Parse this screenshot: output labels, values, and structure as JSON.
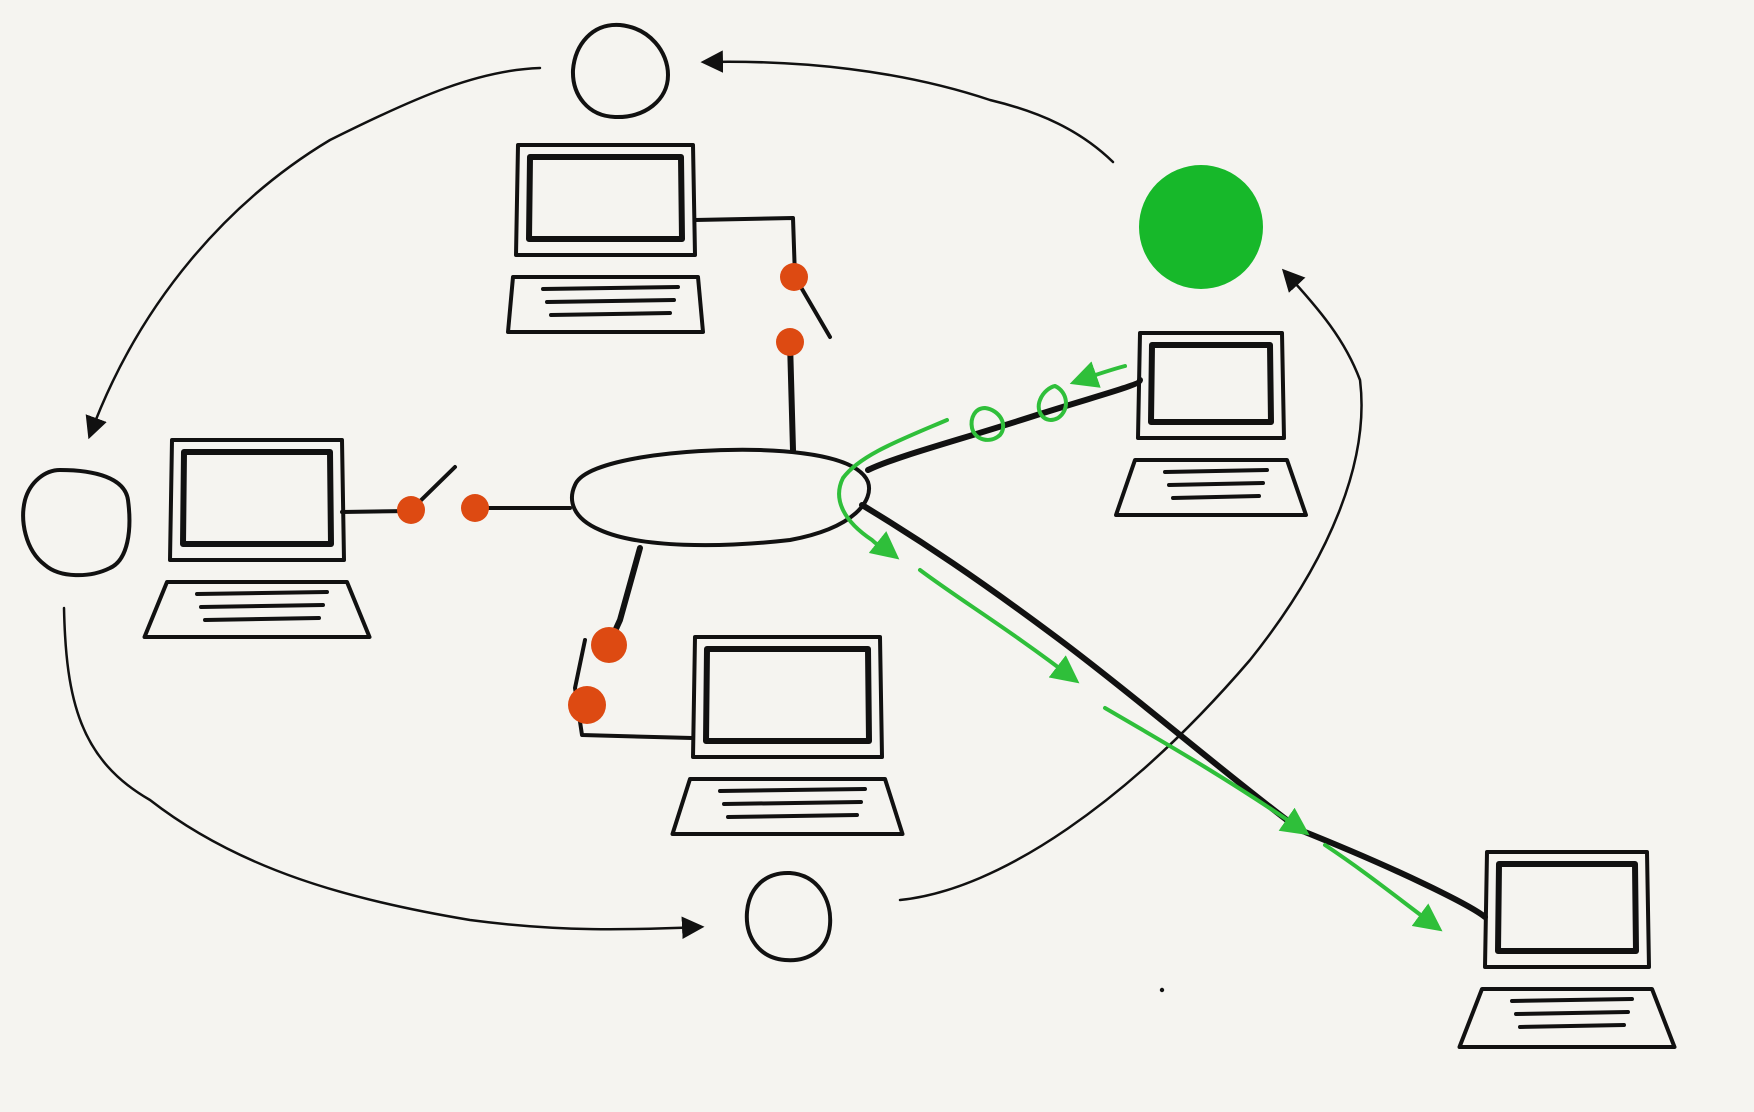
{
  "palette": {
    "background": "#f5f4f0",
    "ink": "#111111",
    "token_green": "#17b82a",
    "flow_green": "#2fbf3a",
    "switch_orange": "#dd4a12"
  },
  "diagram": {
    "kind": "token-ring-network-sketch",
    "hub": {
      "shape": "ellipse"
    },
    "computers": [
      {
        "id": "top",
        "cable": "open-switch"
      },
      {
        "id": "left",
        "cable": "open-switch"
      },
      {
        "id": "bottom",
        "cable": "open-switch"
      },
      {
        "id": "right-upper",
        "cable": "connected",
        "state": "sending-token"
      },
      {
        "id": "right-lower",
        "cable": "connected",
        "state": "receiving-data"
      }
    ],
    "ring_nodes": [
      {
        "id": "ring-node-top",
        "filled": false
      },
      {
        "id": "ring-node-left",
        "filled": false
      },
      {
        "id": "ring-node-bottom",
        "filled": false
      },
      {
        "id": "ring-node-token",
        "filled": true,
        "color": "#17b82a"
      }
    ],
    "ring_direction": "counter-clockwise",
    "data_flow": {
      "from": "right-upper",
      "to": "right-lower",
      "color": "#2fbf3a"
    }
  }
}
